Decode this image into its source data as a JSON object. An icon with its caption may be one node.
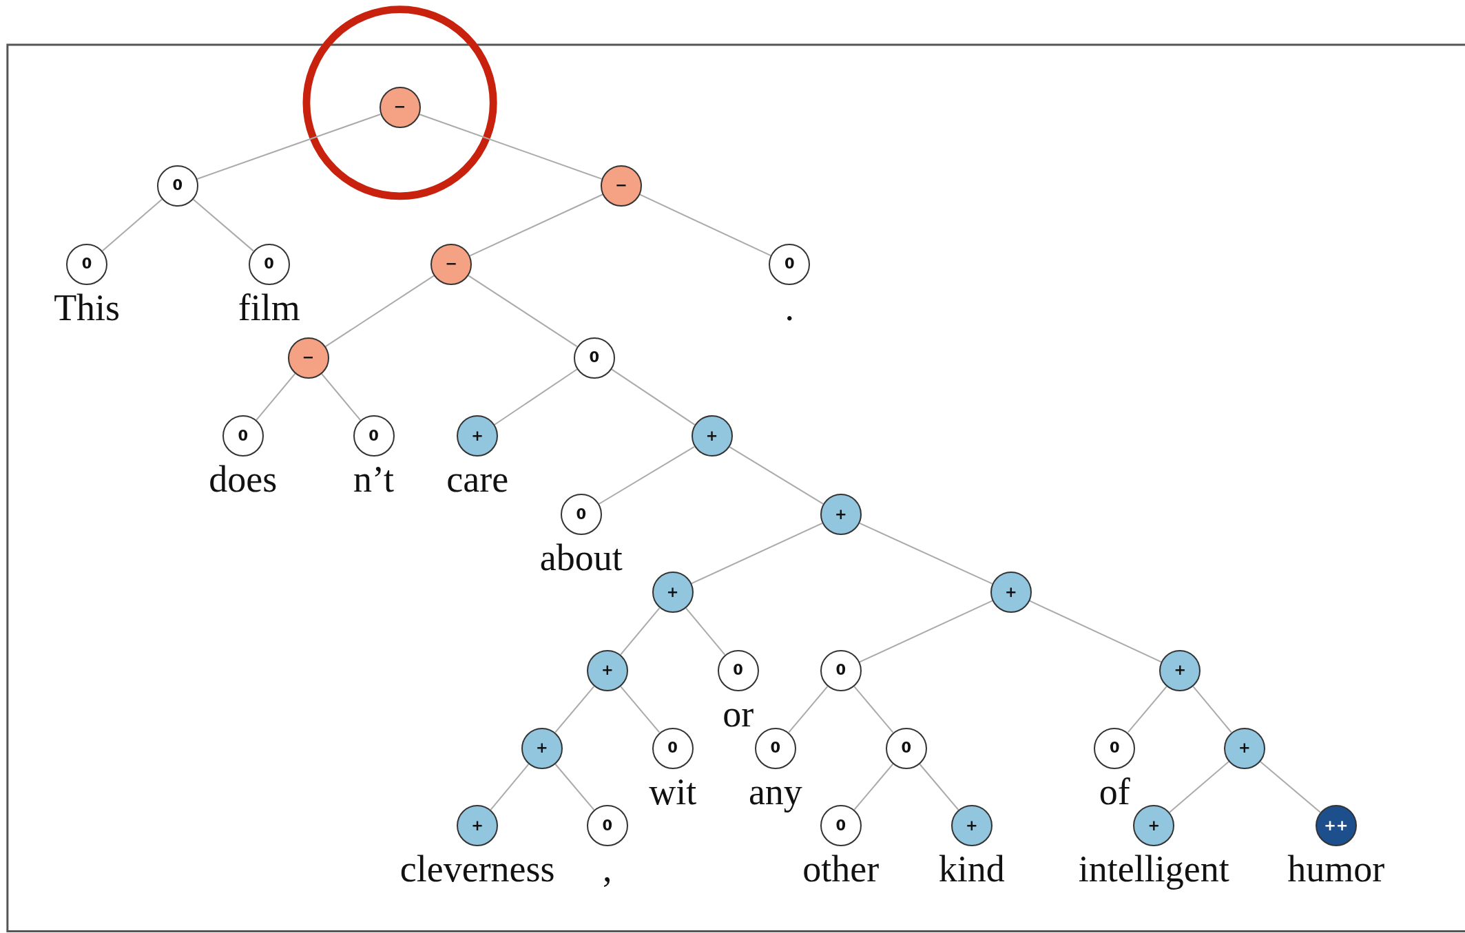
{
  "diagram": {
    "nodes": [
      {
        "text": [
          "−"
        ]
      },
      {
        "text": [
          "0"
        ]
      },
      {
        "text": [
          "−"
        ]
      },
      {
        "text": [
          "0"
        ],
        "beside": [
          "This"
        ]
      },
      {
        "text": [
          "0"
        ],
        "beside": [
          "film"
        ]
      },
      {
        "text": [
          "−"
        ]
      },
      {
        "text": [
          "0"
        ],
        "beside": [
          "."
        ]
      },
      {
        "text": [
          "−"
        ]
      },
      {
        "text": [
          "0"
        ]
      },
      {
        "text": [
          "0"
        ],
        "beside": [
          "does"
        ]
      },
      {
        "text": [
          "0"
        ],
        "beside": [
          "n’t"
        ]
      },
      {
        "text": [
          "+"
        ],
        "beside": [
          "care"
        ]
      },
      {
        "text": [
          "+"
        ]
      },
      {
        "text": [
          "0"
        ],
        "beside": [
          "about"
        ]
      },
      {
        "text": [
          "+"
        ]
      },
      {
        "text": [
          "+"
        ]
      },
      {
        "text": [
          "+"
        ]
      },
      {
        "text": [
          "+"
        ]
      },
      {
        "text": [
          "0"
        ],
        "beside": [
          "or"
        ]
      },
      {
        "text": [
          "0"
        ]
      },
      {
        "text": [
          "+"
        ]
      },
      {
        "text": [
          "+"
        ]
      },
      {
        "text": [
          "0"
        ],
        "beside": [
          "wit"
        ]
      },
      {
        "text": [
          "0"
        ],
        "beside": [
          "any"
        ]
      },
      {
        "text": [
          "0"
        ]
      },
      {
        "text": [
          "0"
        ],
        "beside": [
          "of"
        ]
      },
      {
        "text": [
          "+"
        ]
      },
      {
        "text": [
          "+"
        ],
        "beside": [
          "cleverness"
        ]
      },
      {
        "text": [
          "0"
        ],
        "beside": [
          ","
        ]
      },
      {
        "text": [
          "0"
        ],
        "beside": [
          "other"
        ]
      },
      {
        "text": [
          "+"
        ],
        "beside": [
          "kind"
        ]
      },
      {
        "text": [
          "+"
        ],
        "beside": [
          "intelligent"
        ]
      },
      {
        "text": [
          "++"
        ],
        "beside": [
          "humor"
        ]
      }
    ],
    "edges": [
      {
        "from": 0,
        "to": 1,
        "arrow": "none"
      },
      {
        "from": 0,
        "to": 2,
        "arrow": "none"
      },
      {
        "from": 1,
        "to": 3,
        "arrow": "none"
      },
      {
        "from": 1,
        "to": 4,
        "arrow": "none"
      },
      {
        "from": 2,
        "to": 5,
        "arrow": "none"
      },
      {
        "from": 2,
        "to": 6,
        "arrow": "none"
      },
      {
        "from": 5,
        "to": 7,
        "arrow": "none"
      },
      {
        "from": 5,
        "to": 8,
        "arrow": "none"
      },
      {
        "from": 7,
        "to": 9,
        "arrow": "none"
      },
      {
        "from": 7,
        "to": 10,
        "arrow": "none"
      },
      {
        "from": 8,
        "to": 11,
        "arrow": "none"
      },
      {
        "from": 8,
        "to": 12,
        "arrow": "none"
      },
      {
        "from": 12,
        "to": 13,
        "arrow": "none"
      },
      {
        "from": 12,
        "to": 14,
        "arrow": "none"
      },
      {
        "from": 14,
        "to": 15,
        "arrow": "none"
      },
      {
        "from": 14,
        "to": 16,
        "arrow": "none"
      },
      {
        "from": 15,
        "to": 17,
        "arrow": "none"
      },
      {
        "from": 15,
        "to": 18,
        "arrow": "none"
      },
      {
        "from": 16,
        "to": 19,
        "arrow": "none"
      },
      {
        "from": 16,
        "to": 20,
        "arrow": "none"
      },
      {
        "from": 17,
        "to": 21,
        "arrow": "none"
      },
      {
        "from": 17,
        "to": 22,
        "arrow": "none"
      },
      {
        "from": 19,
        "to": 23,
        "arrow": "none"
      },
      {
        "from": 19,
        "to": 24,
        "arrow": "none"
      },
      {
        "from": 20,
        "to": 25,
        "arrow": "none"
      },
      {
        "from": 20,
        "to": 26,
        "arrow": "none"
      },
      {
        "from": 21,
        "to": 27,
        "arrow": "none"
      },
      {
        "from": 21,
        "to": 28,
        "arrow": "none"
      },
      {
        "from": 24,
        "to": 29,
        "arrow": "none"
      },
      {
        "from": 24,
        "to": 30,
        "arrow": "none"
      },
      {
        "from": 26,
        "to": 31,
        "arrow": "none"
      },
      {
        "from": 26,
        "to": 32,
        "arrow": "none"
      }
    ]
  }
}
